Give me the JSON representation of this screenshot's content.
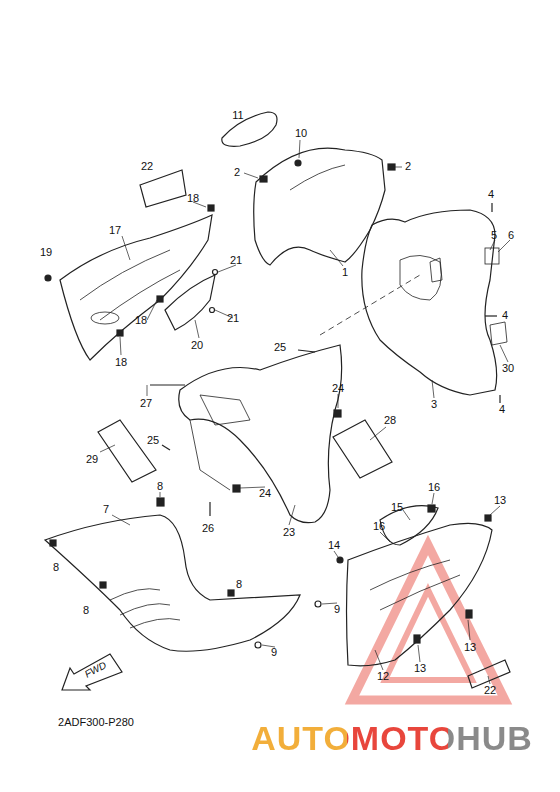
{
  "diagram": {
    "nodes": [
      {
        "text": [
          "FWD"
        ]
      }
    ],
    "edges": [],
    "labels": [
      "11",
      "10",
      "2",
      "2",
      "22",
      "18",
      "4",
      "5",
      "6",
      "17",
      "21",
      "19",
      "1",
      "18",
      "21",
      "4",
      "18",
      "20",
      "25",
      "30",
      "3",
      "4",
      "27",
      "24",
      "28",
      "25",
      "29",
      "24",
      "8",
      "16",
      "13",
      "15",
      "26",
      "7",
      "16",
      "23",
      "14",
      "8",
      "8",
      "8",
      "9",
      "13",
      "12",
      "13",
      "9",
      "22",
      "2ADF300-P280",
      "AUTOMOTOHUB"
    ]
  }
}
